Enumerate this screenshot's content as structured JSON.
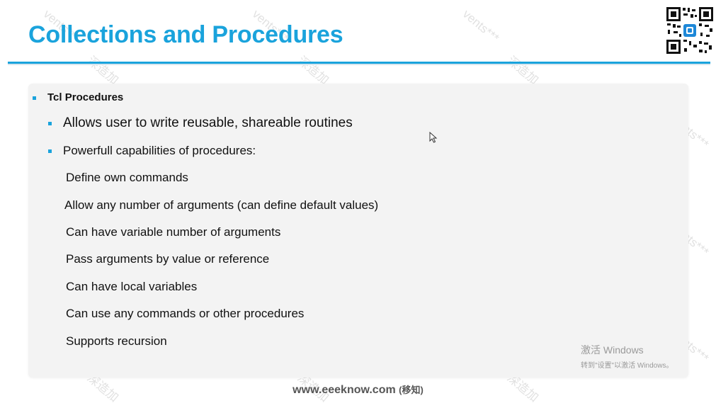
{
  "header": {
    "title": "Collections and Procedures"
  },
  "content": {
    "heading": "Tcl Procedures",
    "sub_items": [
      "Allows user to write reusable, shareable routines",
      "Powerfull capabilities of procedures:"
    ],
    "capabilities": [
      "Define own commands",
      "Allow any number of arguments (can define default values)",
      "Can have variable number of arguments",
      "Pass arguments by value or reference",
      "Can have local variables",
      "Can use any commands or other procedures",
      "Supports recursion"
    ]
  },
  "footer": {
    "site": "www.eeeknow.com",
    "suffix": "(移知)"
  },
  "os_notice": {
    "line1": "激活 Windows",
    "line2": "转到\"设置\"以激活 Windows。"
  },
  "watermark": {
    "text1": "vents***",
    "text2": "深造加"
  },
  "colors": {
    "accent": "#1aa3dc"
  }
}
